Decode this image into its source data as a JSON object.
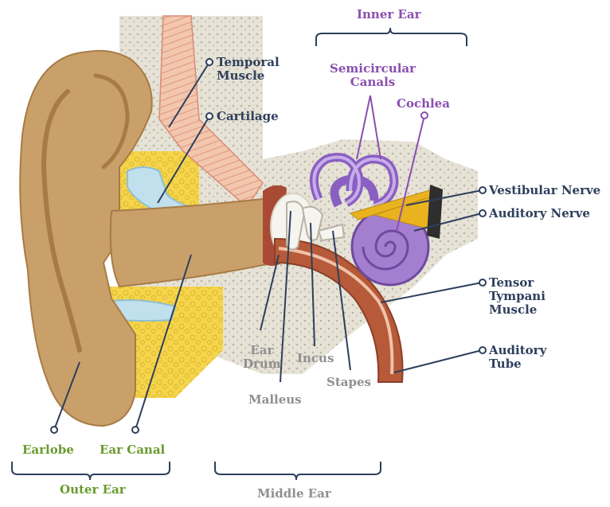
{
  "groups": {
    "inner_ear": "Inner Ear",
    "outer_ear": "Outer Ear",
    "middle_ear": "Middle Ear"
  },
  "labels": {
    "temporal_muscle": "Temporal\nMuscle",
    "cartilage": "Cartilage",
    "semicircular_canals": "Semicircular\nCanals",
    "cochlea": "Cochlea",
    "vestibular_nerve": "Vestibular Nerve",
    "auditory_nerve": "Auditory Nerve",
    "tensor_tympani_muscle": "Tensor\nTympani\nMuscle",
    "auditory_tube": "Auditory\nTube",
    "ear_drum": "Ear\nDrum",
    "incus": "Incus",
    "stapes": "Stapes",
    "malleus": "Malleus",
    "earlobe": "Earlobe",
    "ear_canal": "Ear Canal"
  },
  "colors": {
    "skin": "#c9a06a",
    "skin_dark": "#a87b45",
    "bone": "#e4e0d4",
    "fat": "#f2d24a",
    "cartilage": "#bfe0ec",
    "muscle": "#f0c2a8",
    "tube": "#b65a3a",
    "cochlea": "#a47fd0",
    "nerve": "#e9b21f",
    "navy": "#2e3f5c",
    "purple": "#8a4fb0",
    "gray": "#8f8f8f",
    "green": "#6a9a2e"
  }
}
